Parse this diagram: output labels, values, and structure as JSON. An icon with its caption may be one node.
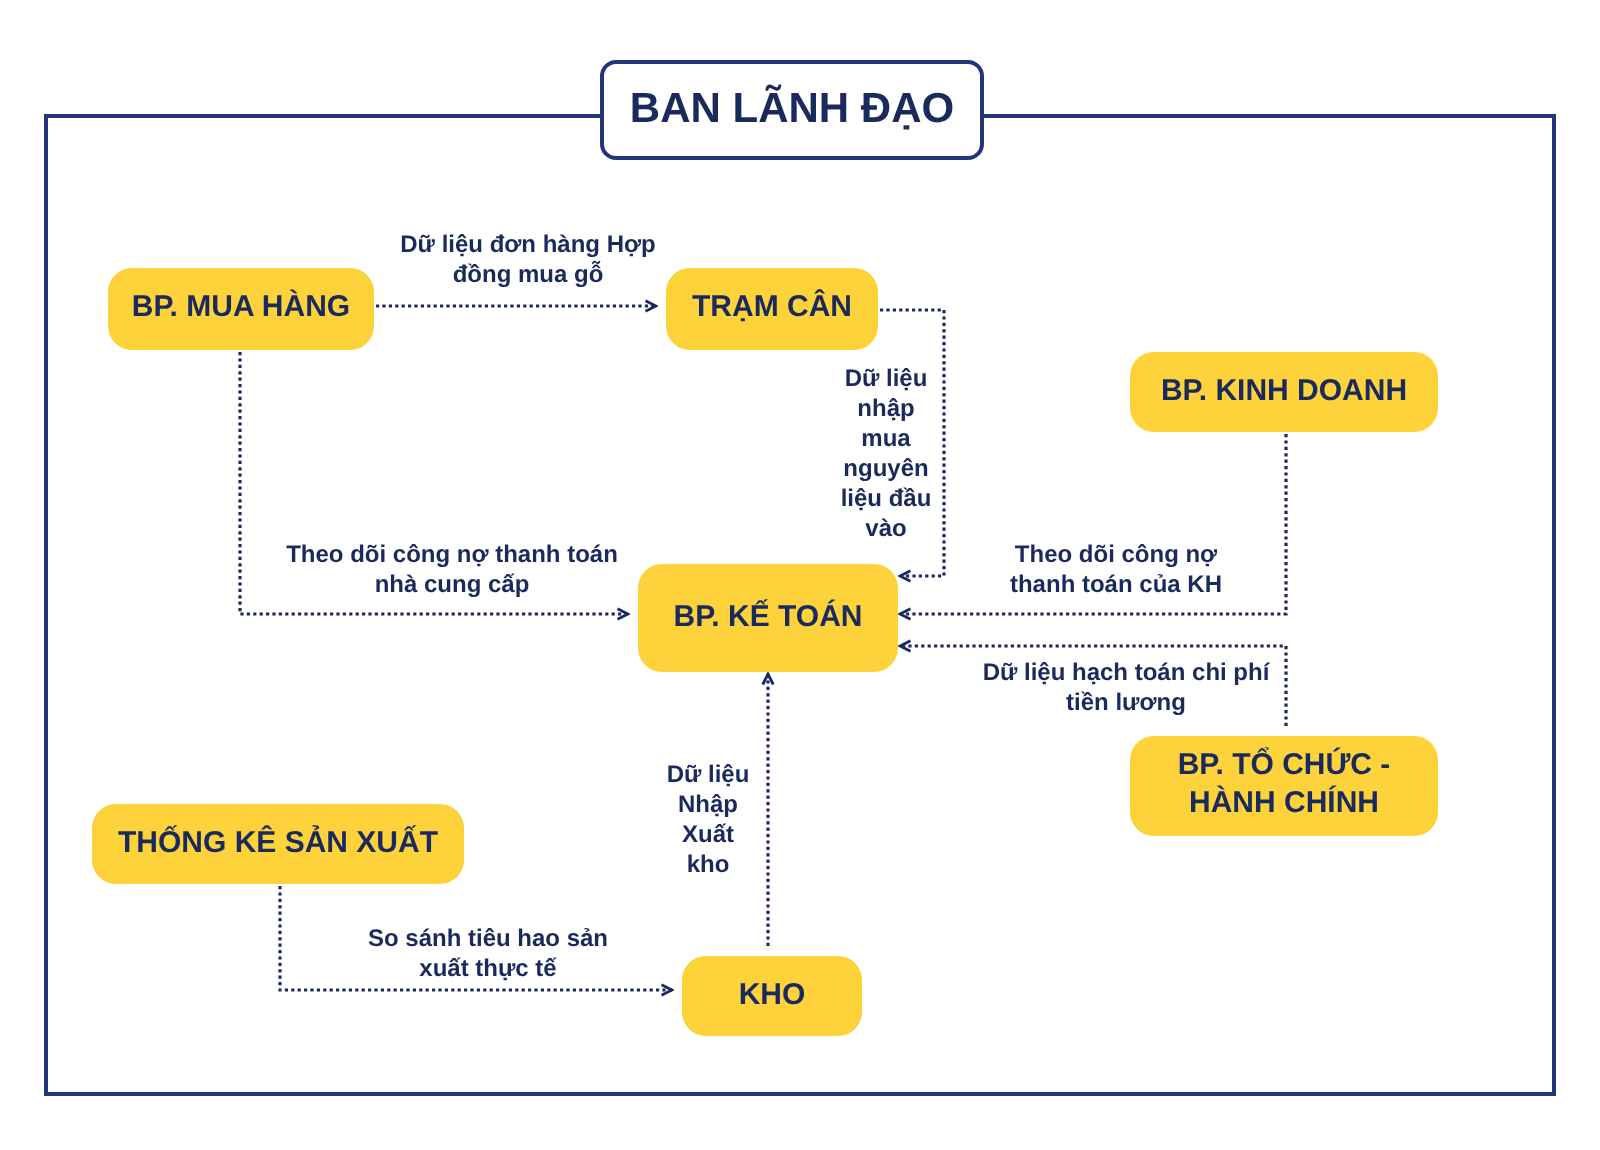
{
  "diagram": {
    "nodes": [
      {
        "text": [
          "BAN LÃNH ĐẠO"
        ]
      },
      {
        "text": [
          "BP. MUA HÀNG"
        ],
        "in": 0
      },
      {
        "text": [
          "TRẠM CÂN"
        ],
        "in": 0
      },
      {
        "text": [
          "BP. KINH DOANH"
        ],
        "in": 0
      },
      {
        "text": [
          "BP. KẾ TOÁN"
        ],
        "in": 0
      },
      {
        "text": [
          "THỐNG KÊ SẢN XUẤT"
        ],
        "in": 0
      },
      {
        "text": [
          "BP. TỔ CHỨC - HÀNH CHÍNH"
        ],
        "in": 0
      },
      {
        "text": [
          "KHO"
        ],
        "in": 0
      }
    ],
    "edges": [
      {
        "from": 1,
        "to": 2,
        "arrow": "to",
        "label": "Dữ liệu đơn hàng Hợp đồng mua gỗ",
        "style": "dashed"
      },
      {
        "from": 2,
        "to": 4,
        "arrow": "to",
        "label": "Dữ liệu nhập mua nguyên liệu đầu vào",
        "style": "dashed"
      },
      {
        "from": 1,
        "to": 4,
        "arrow": "to",
        "label": "Theo dõi công nợ thanh toán nhà cung cấp",
        "style": "dashed"
      },
      {
        "from": 3,
        "to": 4,
        "arrow": "to",
        "label": "Theo dõi công nợ thanh toán của KH",
        "style": "dashed"
      },
      {
        "from": 6,
        "to": 4,
        "arrow": "to",
        "label": "Dữ liệu hạch toán chi phí tiền lương",
        "style": "dashed"
      },
      {
        "from": 5,
        "to": 7,
        "arrow": "to",
        "label": "So sánh tiêu hao sản xuất thực tế",
        "style": "dashed"
      },
      {
        "from": 7,
        "to": 4,
        "arrow": "to",
        "label": "Dữ liệu Nhập Xuất kho",
        "style": "dashed"
      }
    ]
  }
}
